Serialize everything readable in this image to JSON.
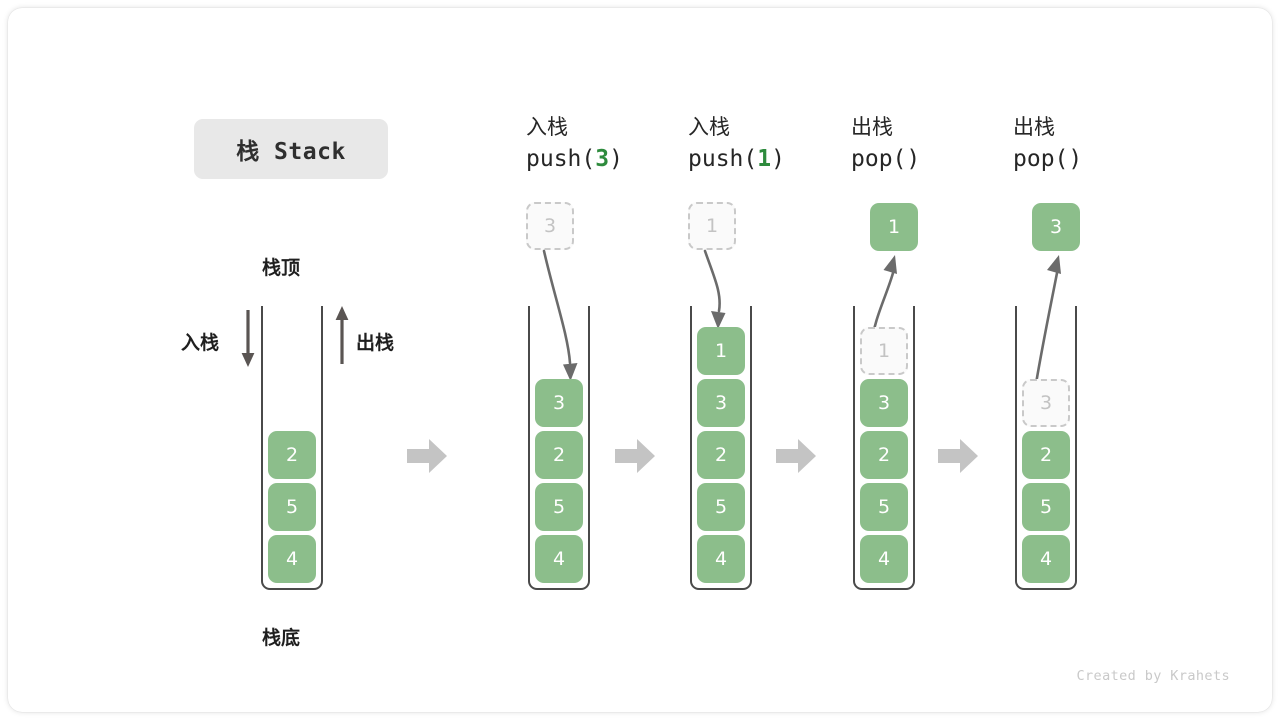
{
  "title": "栈 Stack",
  "footer": "Created by Krahets",
  "labels": {
    "top": "栈顶",
    "bottom": "栈底",
    "push": "入栈",
    "pop": "出栈"
  },
  "colors": {
    "cell_fill": "#8cbe8b",
    "cell_text": "#ffffff",
    "ghost_fill": "#fafafa",
    "ghost_text": "#c3c3c3",
    "ghost_border": "#c9c9c9",
    "container_border": "#4a4a4a",
    "flow_arrow": "#c4c4c4",
    "accent_green": "#2e8b3d",
    "title_chip_bg": "#e8e8e8",
    "footer_text": "#c9c9c9"
  },
  "steps": [
    {
      "id": "initial",
      "op_label": "",
      "code_prefix": "",
      "code_arg": "",
      "code_suffix": "",
      "stack": [
        "2",
        "5",
        "4"
      ],
      "ghost": null,
      "result": null
    },
    {
      "id": "push-3",
      "op_label": "入栈",
      "code_prefix": "push(",
      "code_arg": "3",
      "code_suffix": ")",
      "stack": [
        "3",
        "2",
        "5",
        "4"
      ],
      "ghost": {
        "value": "3",
        "position": "above-stack"
      },
      "result": null
    },
    {
      "id": "push-1",
      "op_label": "入栈",
      "code_prefix": "push(",
      "code_arg": "1",
      "code_suffix": ")",
      "stack": [
        "1",
        "3",
        "2",
        "5",
        "4"
      ],
      "ghost": {
        "value": "1",
        "position": "above-stack"
      },
      "result": null
    },
    {
      "id": "pop-1",
      "op_label": "出栈",
      "code_prefix": "pop(",
      "code_arg": "",
      "code_suffix": ")",
      "stack": [
        "3",
        "2",
        "5",
        "4"
      ],
      "ghost": {
        "value": "1",
        "position": "in-stack-top"
      },
      "result": {
        "value": "1"
      }
    },
    {
      "id": "pop-3",
      "op_label": "出栈",
      "code_prefix": "pop(",
      "code_arg": "",
      "code_suffix": ")",
      "stack": [
        "2",
        "5",
        "4"
      ],
      "ghost": {
        "value": "3",
        "position": "in-stack-top"
      },
      "result": {
        "value": "3"
      }
    }
  ],
  "icons": {
    "flow": "block-arrow-right-icon",
    "push_dir": "arrow-down-icon",
    "pop_dir": "arrow-up-icon",
    "push_motion": "curved-arrow-down-icon",
    "pop_motion": "curved-arrow-up-icon"
  }
}
